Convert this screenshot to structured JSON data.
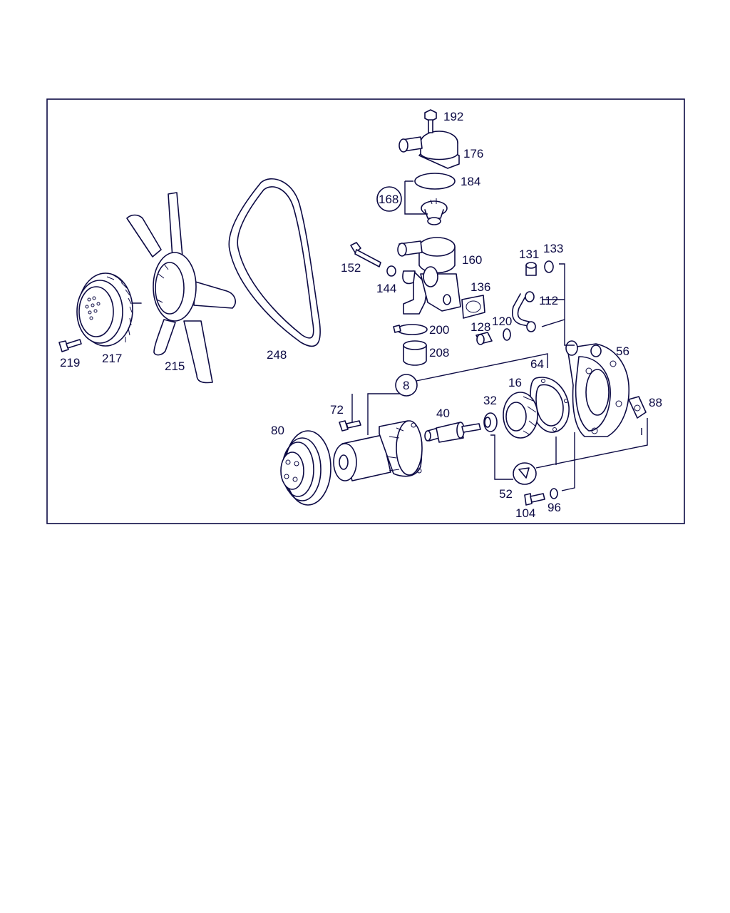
{
  "colors": {
    "ink": "#0c0a44",
    "background": "#ffffff"
  },
  "callouts": {
    "c192": "192",
    "c176": "176",
    "c184": "184",
    "c168": "168",
    "c152": "152",
    "c160": "160",
    "c144": "144",
    "c136": "136",
    "c131": "131",
    "c133": "133",
    "c112": "112",
    "c120": "120",
    "c128": "128",
    "c200": "200",
    "c208": "208",
    "c219": "219",
    "c217": "217",
    "c215": "215",
    "c248": "248",
    "c56": "56",
    "c64": "64",
    "c8": "8",
    "c16": "16",
    "c72": "72",
    "c32": "32",
    "c40": "40",
    "c88": "88",
    "c80": "80",
    "c52": "52",
    "c104": "104",
    "c96": "96"
  }
}
